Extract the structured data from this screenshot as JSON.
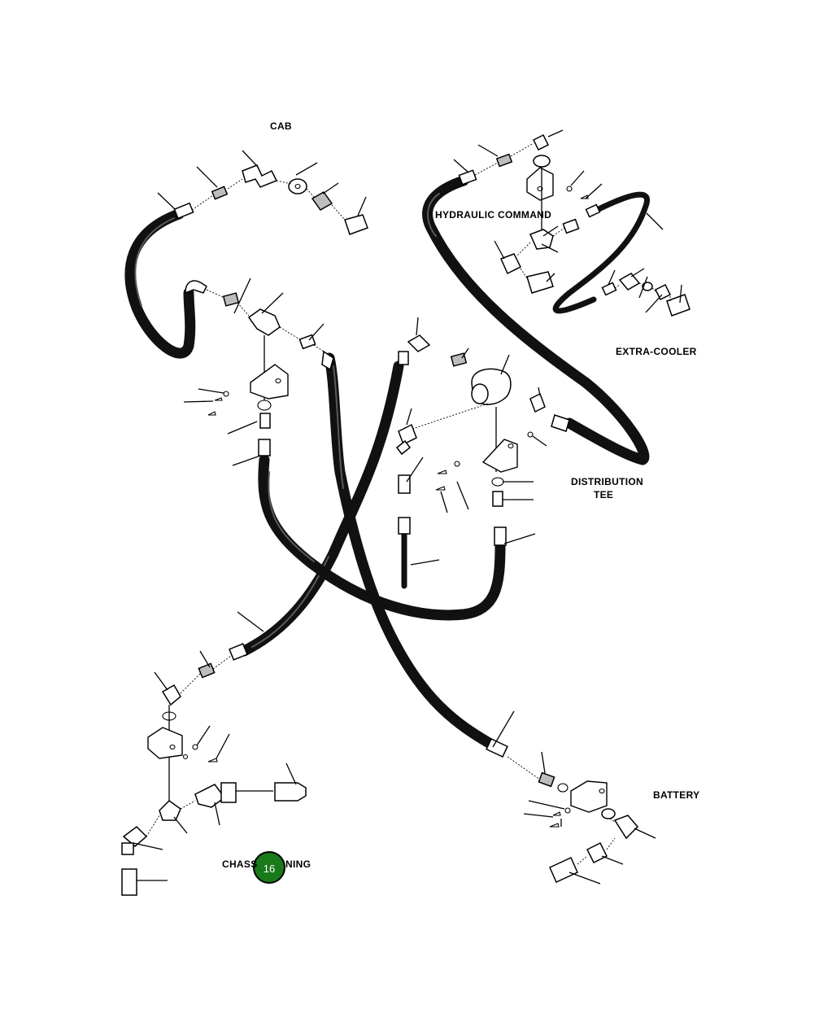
{
  "labels": {
    "cab": "CAB",
    "hydraulic_command": "HYDRAULIC COMMAND",
    "extra_cooler": "EXTRA-COOLER",
    "distribution_tee_line1": "DISTRIBUTION",
    "distribution_tee_line2": "TEE",
    "battery": "BATTERY",
    "chassis_left": "CHASS",
    "chassis_right": "NING"
  },
  "badge": {
    "number": "16",
    "color": "#1a7a1a"
  },
  "colors": {
    "hose": "#111111",
    "background": "#ffffff"
  }
}
